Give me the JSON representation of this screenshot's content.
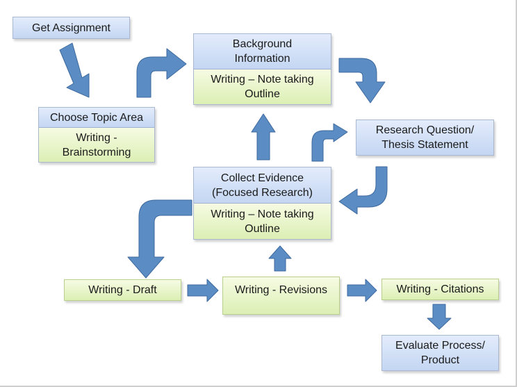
{
  "nodes": {
    "get_assignment": {
      "title": "Get Assignment"
    },
    "choose_topic": {
      "title": "Choose Topic Area",
      "sub": "Writing -\nBrainstorming"
    },
    "background": {
      "title": "Background\nInformation",
      "sub": "Writing – Note taking\nOutline"
    },
    "research_question": {
      "title": "Research Question/\nThesis Statement"
    },
    "collect_evidence": {
      "title": "Collect Evidence\n(Focused Research)",
      "sub": "Writing – Note taking\nOutline"
    },
    "draft": {
      "title": "Writing - Draft"
    },
    "revisions": {
      "title": "Writing - Revisions"
    },
    "citations": {
      "title": "Writing - Citations"
    },
    "evaluate": {
      "title": "Evaluate Process/\nProduct"
    }
  },
  "colors": {
    "header_fill": "#c9daf5",
    "sub_fill": "#e2f2c3",
    "arrow_fill": "#5b8cc4",
    "arrow_stroke": "#3d6a9e"
  }
}
